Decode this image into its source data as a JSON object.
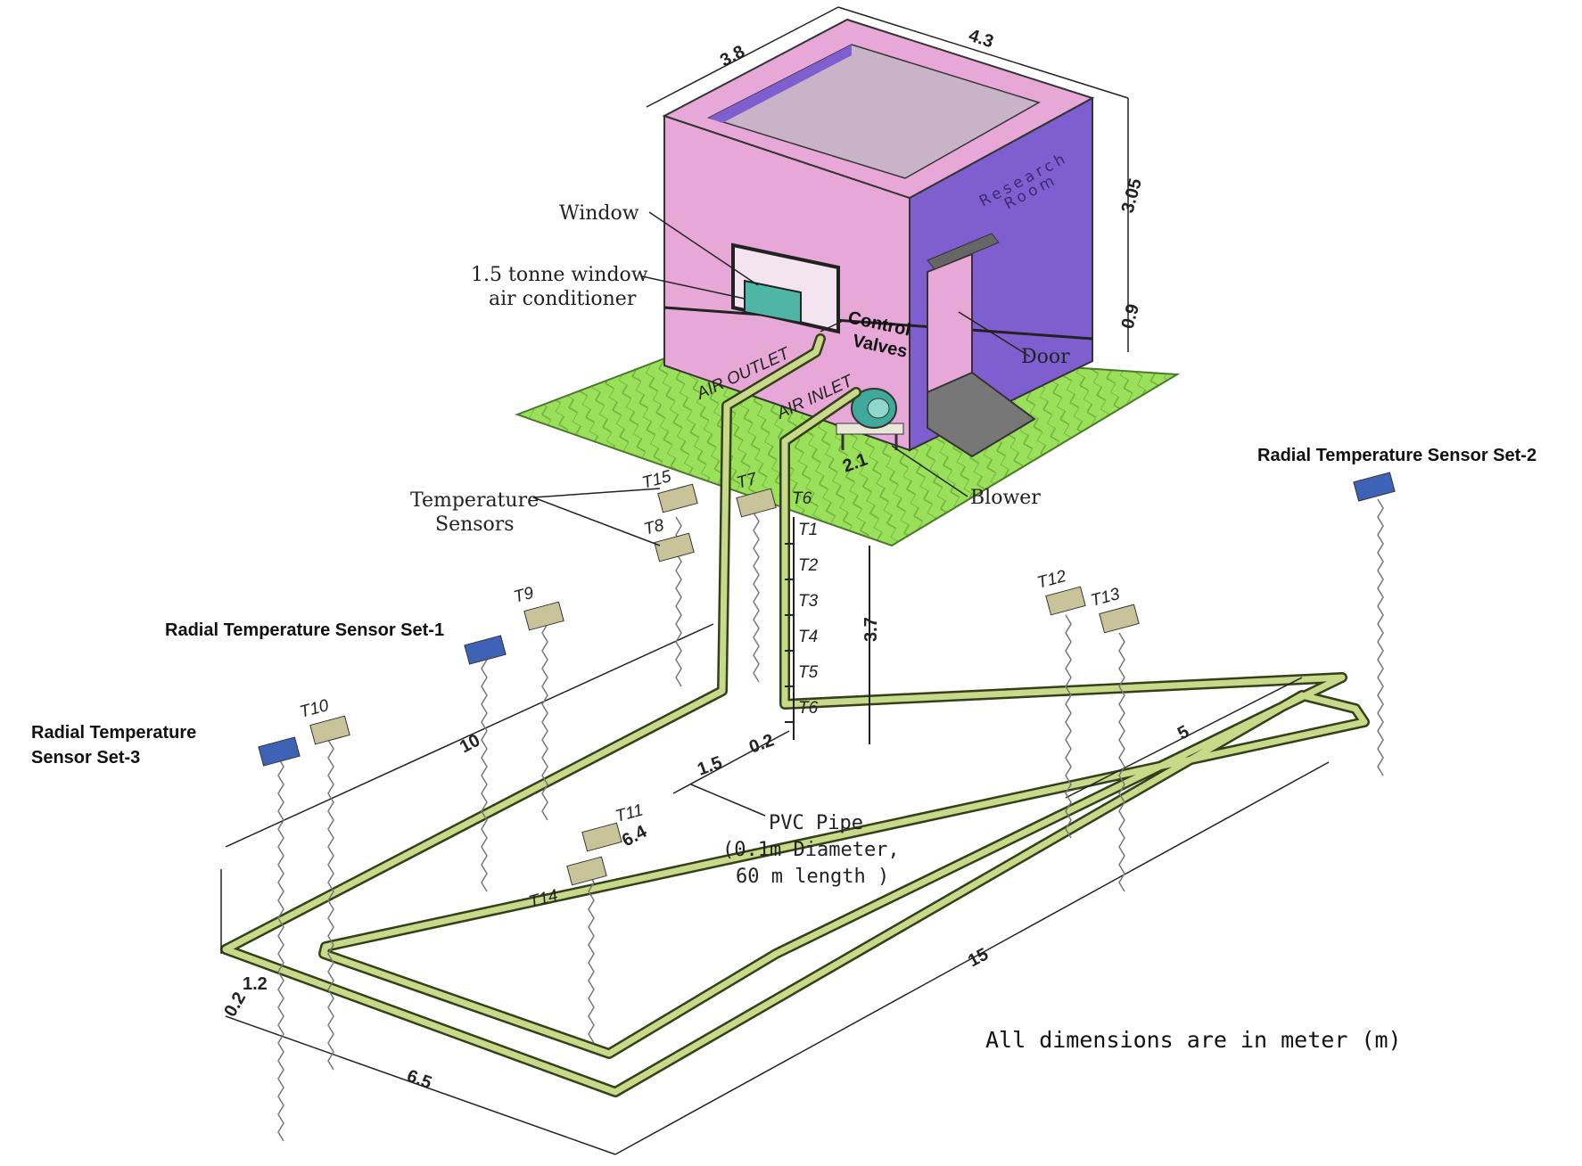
{
  "labels": {
    "room_name_1": "Research",
    "room_name_2": "Room",
    "window": "Window",
    "ac_1": "1.5 tonne window",
    "ac_2": "air conditioner",
    "control_1": "Control",
    "control_2": "Valves",
    "door": "Door",
    "air_outlet": "AIR OUTLET",
    "air_inlet": "AIR INLET",
    "temp_sensors_1": "Temperature",
    "temp_sensors_2": "Sensors",
    "blower": "Blower",
    "pvc_1": "PVC Pipe",
    "pvc_2": "(0.1m Diameter,",
    "pvc_3": "60 m length )",
    "radial_set_1": "Radial Temperature Sensor Set-1",
    "radial_set_2": "Radial Temperature Sensor Set-2",
    "radial_set_3_line1": "Radial Temperature",
    "radial_set_3_line2": "Sensor Set-3",
    "units_note": "All dimensions are in meter (m)"
  },
  "dimensions": {
    "room_width": "3.8",
    "room_length": "4.3",
    "room_height": "3.05",
    "plinth": "0.9",
    "blower_dist": "2.1",
    "depth": "3.7",
    "d_10": "10",
    "d_1_5": "1.5",
    "d_0_2": "0.2",
    "d_5": "5",
    "d_6_4": "6.4",
    "d_15": "15",
    "d_6_5": "6.5",
    "d_1_2": "1.2",
    "d_0_2b": "0.2"
  },
  "depth_sensors": [
    "T1",
    "T2",
    "T3",
    "T4",
    "T5",
    "T6"
  ],
  "sensors": {
    "t7": "T7",
    "t8": "T8",
    "t9": "T9",
    "t10": "T10",
    "t11": "T11",
    "t12": "T12",
    "t13": "T13",
    "t14": "T14",
    "t15": "T15",
    "t6": "T6"
  },
  "colors": {
    "room_front": "#e7a8d8",
    "room_side": "#7f5fd0",
    "grass": "#9be05a",
    "pipe": "#c9d98a",
    "sensor_box": "#c9c39a",
    "radial_sensor": "#3e62b5"
  }
}
